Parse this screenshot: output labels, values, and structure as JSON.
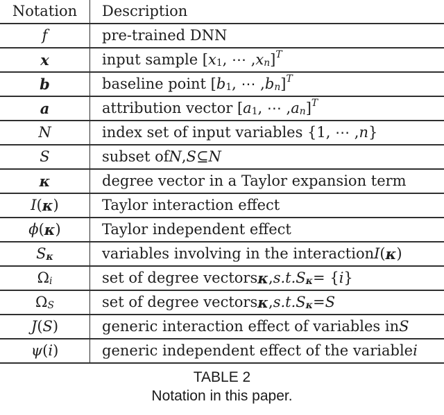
{
  "table": {
    "headers": {
      "notation": "Notation",
      "description": "Description"
    },
    "rows": [
      {
        "notation": "<i>f</i>",
        "description": "pre-trained DNN"
      },
      {
        "notation": "<b><i>x</i></b>",
        "description": "input sample [<i>x</i><sub>1</sub>, ⋯ , <i>x</i><sub><i>n</i></sub>]<sup><i>T</i></sup>"
      },
      {
        "notation": "<b><i>b</i></b>",
        "description": "baseline point [<i>b</i><sub>1</sub>, ⋯ , <i>b</i><sub><i>n</i></sub>]<sup><i>T</i></sup>"
      },
      {
        "notation": "<b><i>a</i></b>",
        "description": "attribution vector [<i>a</i><sub>1</sub>, ⋯ , <i>a</i><sub><i>n</i></sub>]<sup><i>T</i></sup>"
      },
      {
        "notation": "<i>N</i>",
        "description": "index set of input variables {1, ⋯ , <i>n</i>}"
      },
      {
        "notation": "<i>S</i>",
        "description": "subset of <i>N</i>, <i>S</i> ⊆ <i>N</i>"
      },
      {
        "notation": "<b><i>κ</i></b>",
        "description": "degree vector in a Taylor expansion term"
      },
      {
        "notation": "<i>I</i>(<b><i>κ</i></b>)",
        "description": "Taylor interaction effect"
      },
      {
        "notation": "<i>ϕ</i>(<b><i>κ</i></b>)",
        "description": "Taylor independent effect"
      },
      {
        "notation": "<i>S</i><sub><b><i>κ</i></b></sub>",
        "description": "variables involving in the interaction <i>I</i>(<b><i>κ</i></b>)"
      },
      {
        "notation": "Ω<sub><i>i</i></sub>",
        "description": "set of degree vectors <b><i>κ</i></b>, <i>s.t.</i> <i>S</i><sub><b><i>κ</i></b></sub> = {<i>i</i>}"
      },
      {
        "notation": "Ω<sub><i>S</i></sub>",
        "description": "set of degree vectors <b><i>κ</i></b>, <i>s.t.</i> <i>S</i><sub><b><i>κ</i></b></sub> = <i>S</i>"
      },
      {
        "notation": "<i>J</i>(<i>S</i>)",
        "description": "generic interaction effect of variables in <i>S</i>"
      },
      {
        "notation": "<i>ψ</i>(<i>i</i>)",
        "description": "generic independent effect of the variable <i>i</i>"
      }
    ]
  },
  "caption": {
    "label": "TABLE 2",
    "text": "Notation in this paper."
  }
}
